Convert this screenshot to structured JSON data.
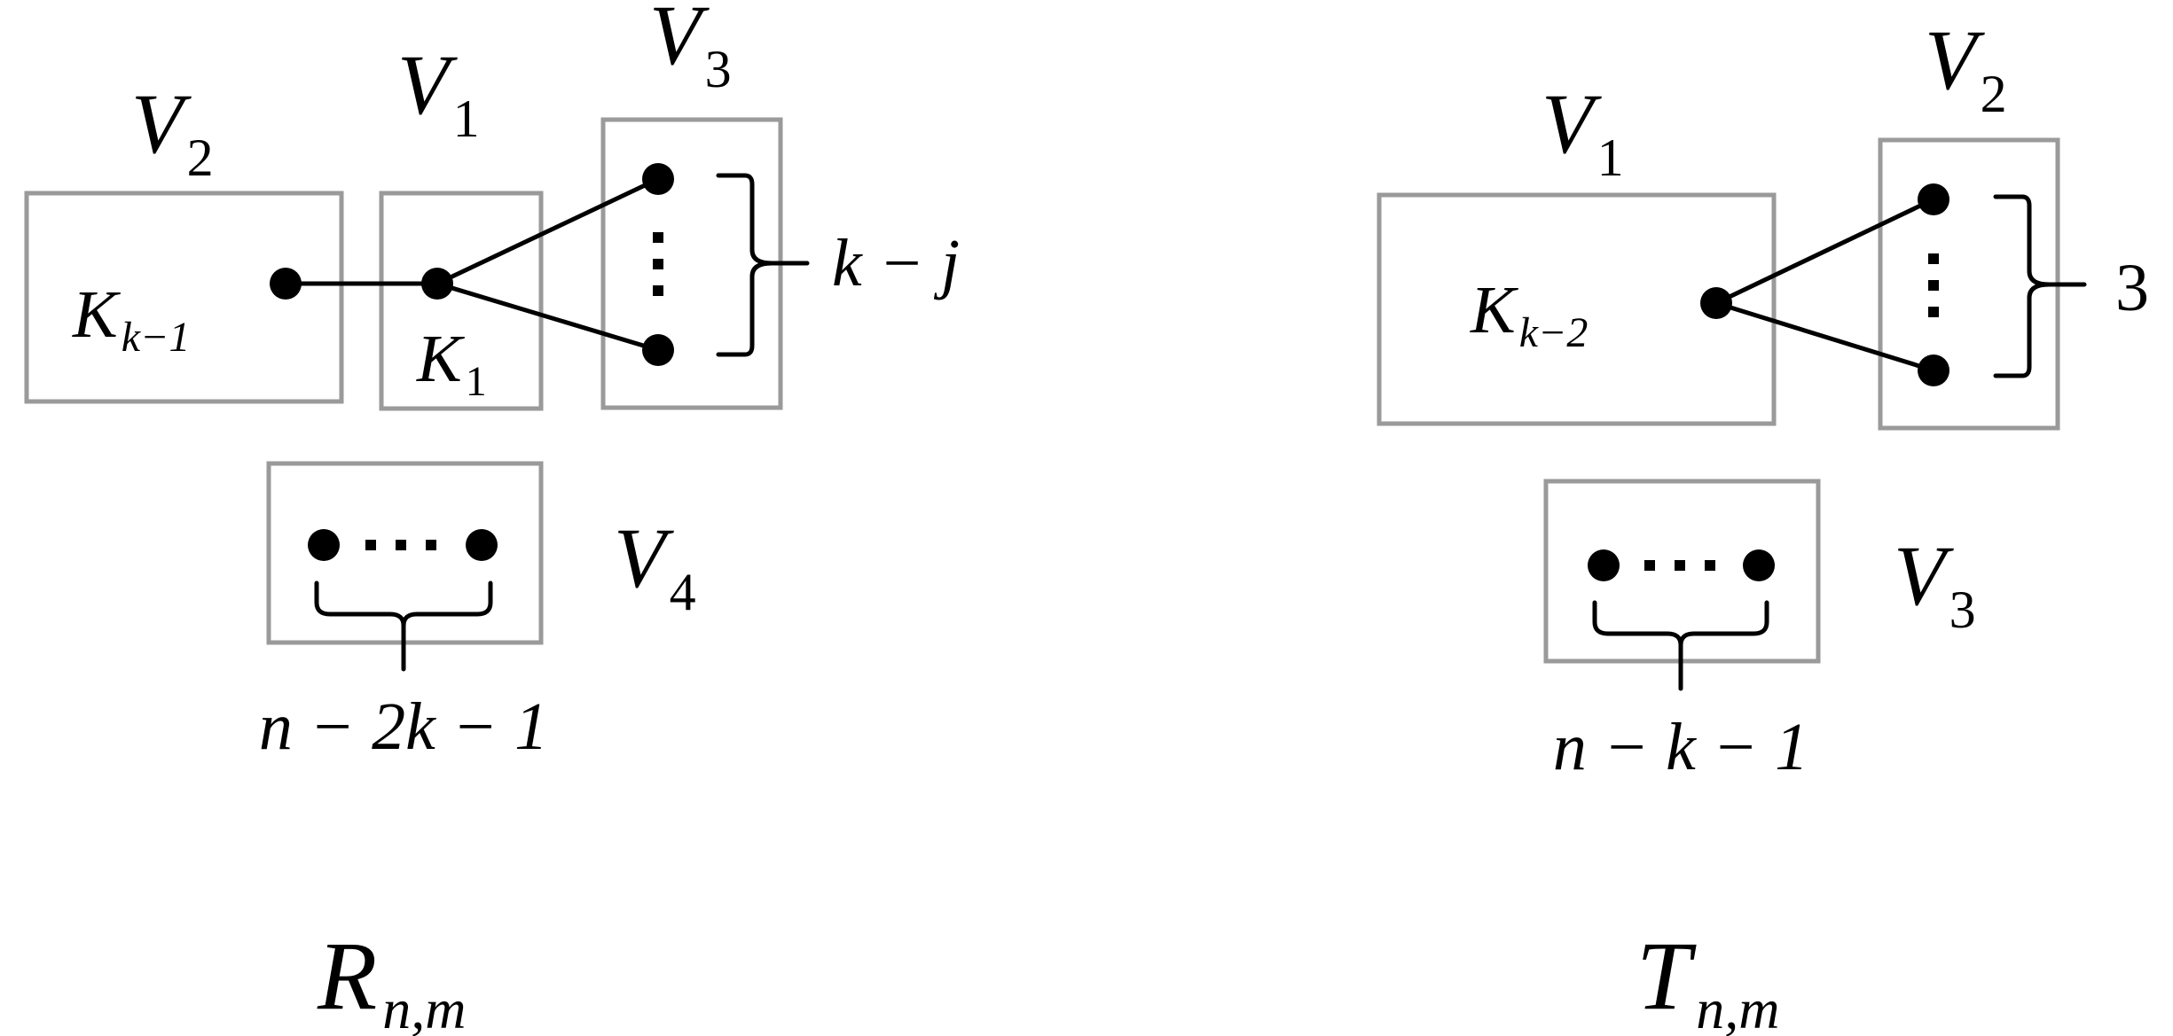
{
  "left_graph": {
    "name": {
      "main": "R",
      "sub": "n,m"
    },
    "sets": {
      "v2": {
        "main": "V",
        "sub": "2"
      },
      "v1": {
        "main": "V",
        "sub": "1"
      },
      "v3": {
        "main": "V",
        "sub": "3"
      },
      "v4": {
        "main": "V",
        "sub": "4"
      }
    },
    "cliques": {
      "k_left": {
        "main": "K",
        "sub": "k−1"
      },
      "k_one": {
        "main": "K",
        "sub": "1"
      }
    },
    "brace_count_label": "k − j",
    "isolated_count_label": "n − 2k − 1"
  },
  "right_graph": {
    "name": {
      "main": "T",
      "sub": "n,m"
    },
    "sets": {
      "v1": {
        "main": "V",
        "sub": "1"
      },
      "v2": {
        "main": "V",
        "sub": "2"
      },
      "v3": {
        "main": "V",
        "sub": "3"
      }
    },
    "cliques": {
      "k_right": {
        "main": "K",
        "sub": "k−2"
      }
    },
    "brace_count_label": "3",
    "isolated_count_label": "n − k − 1"
  }
}
